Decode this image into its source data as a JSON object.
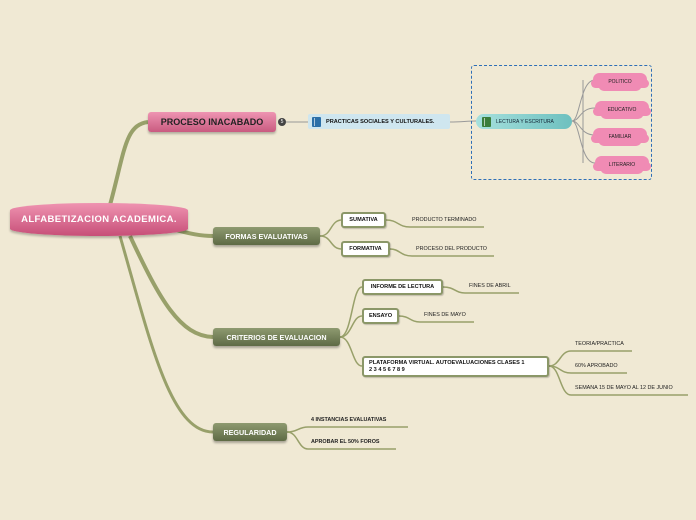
{
  "root": {
    "label": "ALFABETIZACION ACADEMICA."
  },
  "branches": {
    "proceso": {
      "label": "PROCESO INACABADO",
      "badge": "5",
      "practicas": "PRACTICAS SOCIALES Y CULTURALES.",
      "lectura": "LECTURA Y ESCRITURA",
      "clouds": [
        "POLITICO",
        "EDUCATIVO",
        "FAMILIAR",
        "LITERARIO"
      ]
    },
    "formas": {
      "label": "FORMAS EVALUATIVAS",
      "children": [
        {
          "label": "SUMATIVA",
          "leaf": "PRODUCTO TERMINADO"
        },
        {
          "label": "FORMATIVA",
          "leaf": "PROCESO DEL PRODUCTO"
        }
      ]
    },
    "criterios": {
      "label": "CRITERIOS DE EVALUACION",
      "children": [
        {
          "label": "INFORME DE LECTURA",
          "leaf": "FINES DE ABRIL"
        },
        {
          "label": "ENSAYO",
          "leaf": "FINES DE MAYO"
        },
        {
          "label_line1": "PLATAFORMA VIRTUAL. AUTOEVALUACIONES CLASES 1",
          "label_line2": "2 3 4 5 6 7 8 9",
          "leaves": [
            "TEORIA/PRACTICA",
            "60% APROBADO",
            "SEMANA 15 DE MAYO AL 12 DE JUNIO"
          ]
        }
      ]
    },
    "regularidad": {
      "label": "REGULARIDAD",
      "leaves": [
        "4 INSTANCIAS EVALUATIVAS",
        "APROBAR EL 50% FOROS"
      ]
    }
  },
  "colors": {
    "pink": "#d9678f",
    "olive": "#6f7b53",
    "branch_line": "#98a06a",
    "dashed": "#2f6fb6",
    "cloud": "#f08bb4",
    "book_icon": "#2b6fa8",
    "book_icon_2": "#3a7d3a"
  }
}
